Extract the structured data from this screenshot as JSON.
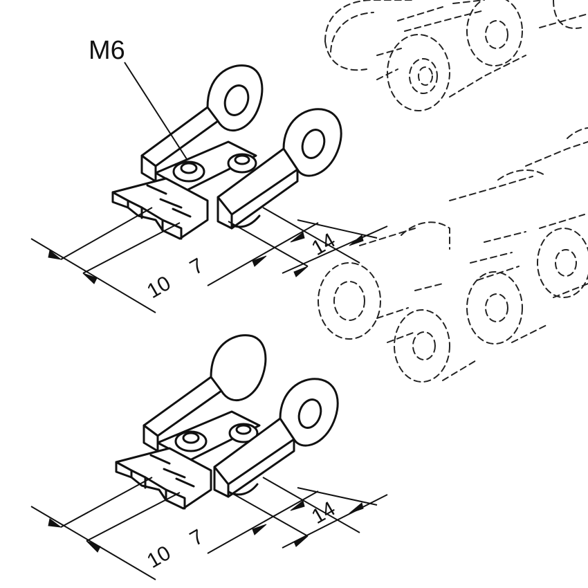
{
  "labels": {
    "thread": "M6",
    "top_dim_a": "10",
    "top_dim_b": "7",
    "top_dim_c": "14",
    "bottom_dim_a": "10",
    "bottom_dim_b": "7",
    "bottom_dim_c": "14"
  }
}
